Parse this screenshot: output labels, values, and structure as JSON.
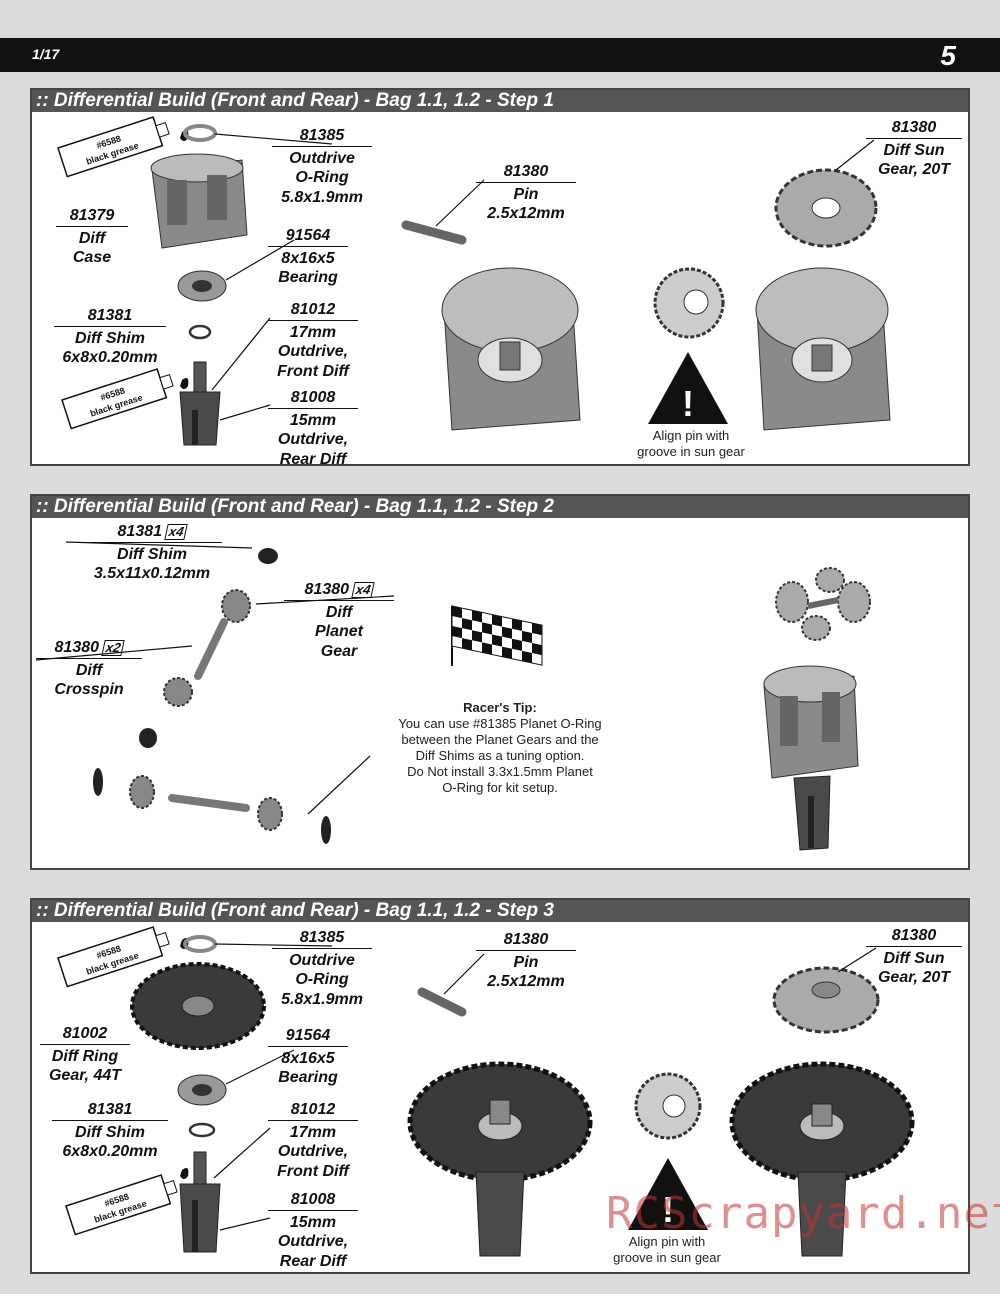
{
  "header": {
    "scale": "1/17",
    "page_number": "5"
  },
  "step1": {
    "title": ":: Differential Build (Front and Rear) - Bag 1.1, 1.2 - Step 1",
    "grease1": [
      "#6588",
      "black grease"
    ],
    "grease2": [
      "#6588",
      "black grease"
    ],
    "oring": [
      "81385",
      "Outdrive",
      "O-Ring",
      "5.8x1.9mm"
    ],
    "diff_case": [
      "81379",
      "Diff",
      "Case"
    ],
    "bearing": [
      "91564",
      "8x16x5",
      "Bearing"
    ],
    "shim": [
      "81381",
      "Diff Shim",
      "6x8x0.20mm"
    ],
    "front_outdrive": [
      "81012",
      "17mm",
      "Outdrive,",
      "Front Diff"
    ],
    "rear_outdrive": [
      "81008",
      "15mm",
      "Outdrive,",
      "Rear Diff"
    ],
    "pin": [
      "81380",
      "Pin",
      "2.5x12mm"
    ],
    "sun_gear": [
      "81380",
      "Diff Sun",
      "Gear, 20T"
    ],
    "warning": [
      "Align pin with",
      "groove in sun gear"
    ]
  },
  "step2": {
    "title": ":: Differential Build (Front and Rear) - Bag 1.1, 1.2 - Step 2",
    "shim": [
      "81381",
      "Diff Shim",
      "3.5x11x0.12mm"
    ],
    "shim_mult": "x4",
    "planet": [
      "81380",
      "Diff",
      "Planet",
      "Gear"
    ],
    "planet_mult": "x4",
    "crosspin": [
      "81380",
      "Diff",
      "Crosspin"
    ],
    "crosspin_mult": "x2",
    "tip_title": "Racer's Tip:",
    "tip_lines": [
      "You can use #81385 Planet O-Ring",
      "between the Planet Gears and the",
      "Diff Shims as a tuning option.",
      "Do Not install 3.3x1.5mm Planet",
      "O-Ring for kit setup."
    ]
  },
  "step3": {
    "title": ":: Differential Build (Front and Rear) - Bag 1.1, 1.2 - Step 3",
    "grease1": [
      "#6588",
      "black grease"
    ],
    "grease2": [
      "#6588",
      "black grease"
    ],
    "oring": [
      "81385",
      "Outdrive",
      "O-Ring",
      "5.8x1.9mm"
    ],
    "ring_gear": [
      "81002",
      "Diff Ring",
      "Gear, 44T"
    ],
    "bearing": [
      "91564",
      "8x16x5",
      "Bearing"
    ],
    "shim": [
      "81381",
      "Diff Shim",
      "6x8x0.20mm"
    ],
    "front_outdrive": [
      "81012",
      "17mm",
      "Outdrive,",
      "Front Diff"
    ],
    "rear_outdrive": [
      "81008",
      "15mm",
      "Outdrive,",
      "Rear Diff"
    ],
    "pin": [
      "81380",
      "Pin",
      "2.5x12mm"
    ],
    "sun_gear": [
      "81380",
      "Diff Sun",
      "Gear, 20T"
    ],
    "warning": [
      "Align pin with",
      "groove in sun gear"
    ]
  },
  "watermark": "RCScrapyard.net"
}
